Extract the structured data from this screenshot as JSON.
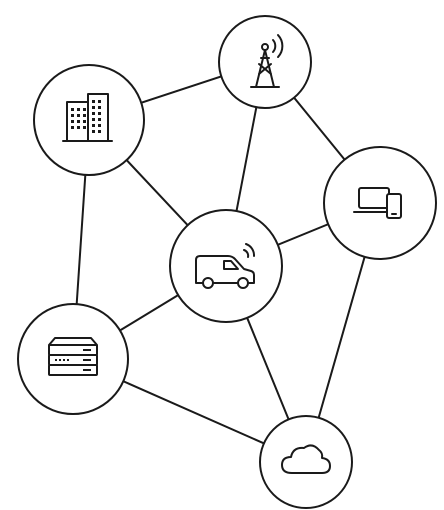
{
  "diagram": {
    "type": "network",
    "nodes": [
      {
        "id": "building",
        "icon": "office-building-icon"
      },
      {
        "id": "tower",
        "icon": "radio-tower-icon"
      },
      {
        "id": "devices",
        "icon": "laptop-phone-icon"
      },
      {
        "id": "van",
        "icon": "connected-van-icon"
      },
      {
        "id": "server",
        "icon": "server-rack-icon"
      },
      {
        "id": "cloud",
        "icon": "cloud-icon"
      }
    ],
    "edges": [
      [
        "building",
        "tower"
      ],
      [
        "building",
        "van"
      ],
      [
        "building",
        "server"
      ],
      [
        "tower",
        "van"
      ],
      [
        "tower",
        "devices"
      ],
      [
        "van",
        "devices"
      ],
      [
        "van",
        "server"
      ],
      [
        "van",
        "cloud"
      ],
      [
        "devices",
        "cloud"
      ],
      [
        "server",
        "cloud"
      ]
    ],
    "colors": {
      "stroke": "#1a1a1a",
      "background": "#ffffff"
    }
  }
}
